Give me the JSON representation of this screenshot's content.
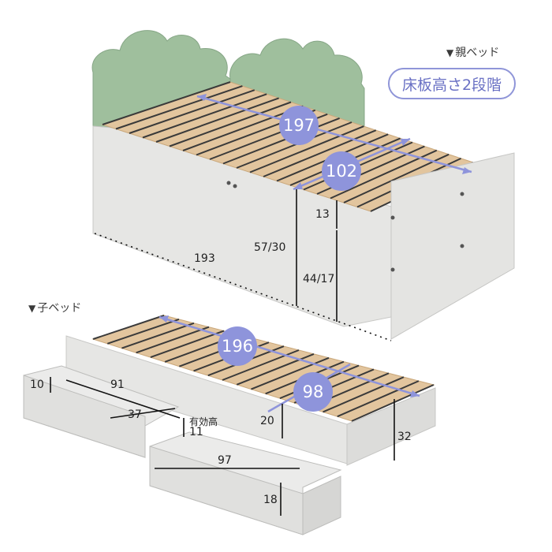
{
  "labels": {
    "parent_bed": "親ベッド",
    "child_bed": "子ベッド",
    "floor_tag": "床板高さ2段階",
    "effective_height": "有効高"
  },
  "parent_dims": {
    "length_top": "197",
    "width_top": "102",
    "rail": "13",
    "floor_height": "57/30",
    "clearance": "44/17",
    "length_bottom": "193"
  },
  "child_dims": {
    "length_top": "196",
    "width_top": "98",
    "drawer_height_left": "10",
    "drawer_width_left": "91",
    "drawer_inner_left": "37",
    "effective_height_value": "11",
    "frame_height": "20",
    "drawer_width_right": "97",
    "total_height": "32",
    "drawer_height_right": "18"
  },
  "colors": {
    "headboard": "#9fbf9d",
    "frame": "#e4e4e2",
    "slat": "#d8b486",
    "accent": "#8e94db"
  }
}
